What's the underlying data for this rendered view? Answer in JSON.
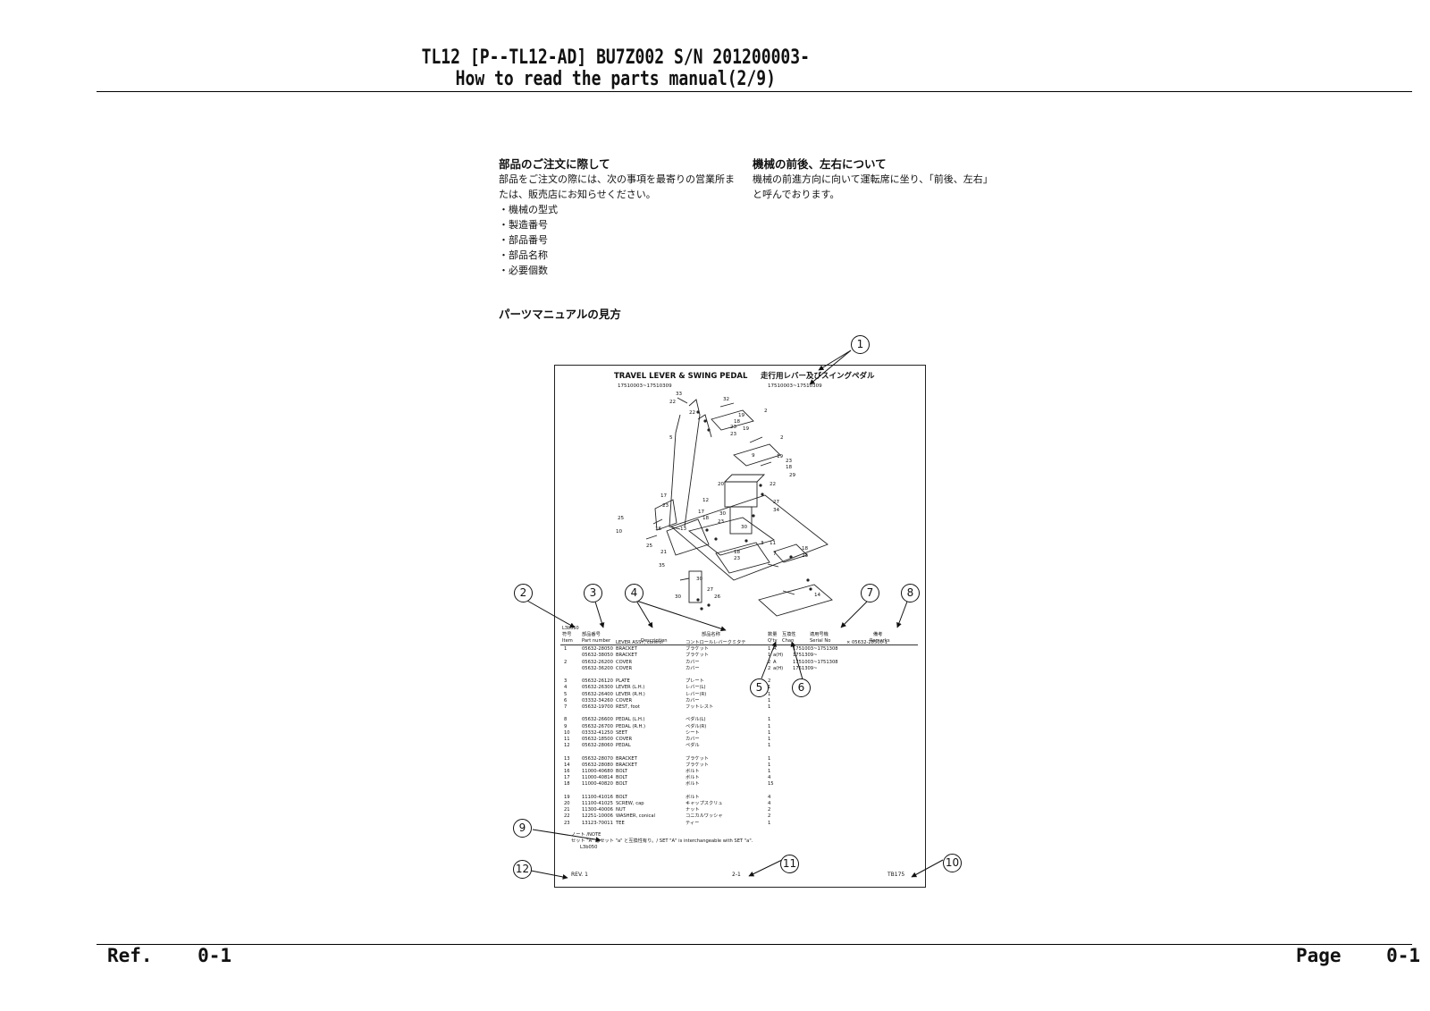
{
  "header": {
    "line1": "TL12 [P--TL12-AD] BU7Z002 S/N 201200003-",
    "line2": "How to read the parts manual(2/9)"
  },
  "footer": {
    "ref": "Ref.    0-1",
    "page": "Page    0-1"
  },
  "jp_order": {
    "heading": "部品のご注文に際して",
    "line1": "部品をご注文の際には、次の事項を最寄りの営業所ま",
    "line2": "たは、販売店にお知らせください。",
    "items": [
      "・機械の型式",
      "・製造番号",
      "・部品番号",
      "・部品名称",
      "・必要個数"
    ]
  },
  "jp_direction": {
    "heading": "機械の前後、左右について",
    "line1": "機械の前進方向に向いて運転席に坐り、「前後、左右」",
    "line2": "と呼んでおります。"
  },
  "jp_howto": "パーツマニュアルの見方",
  "manual": {
    "title_en": "TRAVEL LEVER & SWING PEDAL",
    "title_jp": "走行用レバー及びスイングペダル",
    "serial_left": "17510003~17510309",
    "serial_right": "17510003~17510309",
    "code": "L3b050",
    "headers_jp": {
      "item": "符号",
      "part": "部品番号",
      "name": "部品名称",
      "qty": "数量",
      "chan": "互換性",
      "serial": "適用号機",
      "remarks": "備考"
    },
    "headers_en": {
      "item": "Item",
      "part": "Part number",
      "desc": "Description",
      "qty": "Q'ty",
      "chan": "Chan",
      "serial": "Serial No",
      "remarks": "Remarks"
    },
    "items": "\n1\n\n2\n\n\n3\n4\n5\n6\n7\n\n8\n9\n10\n11\n12\n\n13\n14\n16\n17\n18\n\n19\n20\n21\n22\n23",
    "parts": "\n05632-28050\n05632-38050\n05632-26200\n05632-36200\n\n05632-26120\n05632-26300\n05632-26400\n03332-34260\n05632-19700\n\n05632-26600\n05632-26700\n03332-41250\n05632-18500\n05632-28060\n\n05632-28070\n05632-28080\n11000-40680\n11000-40814\n11000-40820\n\n11100-41016\n11100-41025\n11300-40006\n12251-10006\n13123-70011",
    "desc": "LEVER ASSY, control\nBRACKET\nBRACKET\nCOVER\nCOVER\n\nPLATE\nLEVER (L.H.)\nLEVER (R.H.)\nCOVER\nREST, foot\n\nPEDAL (L.H.)\nPEDAL (R.H.)\nSEET\nCOVER\nPEDAL\n\nBRACKET\nBRACKET\nBOLT\nBOLT\nBOLT\n\nBOLT\nSCREW, cap\nNUT\nWASHER, conical\nTEE",
    "names": "コントロールレバークミタテ\nブラケット\nブラケット\nカバー\nカバー\n\nプレート\nレバー(L)\nレバー(R)\nカバー\nフットレスト\n\nペダル(L)\nペダル(R)\nシート\nカバー\nペダル\n\nブラケット\nブラケット\nボルト\nボルト\nボルト\n\nボルト\nキャップスクリュ\nナット\nコニカルワッシャ\nティー",
    "qty": "\n1\n1\n2\n2\n\n2\n1\n1\n1\n1\n\n1\n1\n1\n1\n1\n\n1\n1\n1\n4\n15\n\n4\n4\n2\n2\n1",
    "chan": "\nA\na(H)\nA\na(H)",
    "serials": "\n1751003~1751308\n1751309~\n1751003~1751308\n1751309~",
    "remarks": "× 05632-28500-1",
    "note_label": "ノート /NOTE",
    "note_text": "セット \"A\" はセット \"a\" と互換性有り。/ SET \"A\" is interchangeable with SET \"a\".",
    "note_code": "L3b050",
    "rev": "REV. 1",
    "pageno": "2-1",
    "tb": "TB175",
    "diagram_numbers": [
      "33",
      "32",
      "22",
      "2",
      "22",
      "19",
      "18",
      "23",
      "19",
      "23",
      "5",
      "2",
      "9",
      "19",
      "23",
      "18",
      "29",
      "20",
      "22",
      "12",
      "17",
      "23",
      "17",
      "18",
      "30",
      "23",
      "27",
      "34",
      "25",
      "16",
      "10",
      "13",
      "25",
      "21",
      "30",
      "18",
      "23",
      "3",
      "11",
      "7",
      "18",
      "23",
      "35",
      "30",
      "27",
      "26",
      "14",
      "30"
    ]
  },
  "callouts": [
    "1",
    "2",
    "3",
    "4",
    "5",
    "6",
    "7",
    "8",
    "9",
    "10",
    "11",
    "12"
  ]
}
